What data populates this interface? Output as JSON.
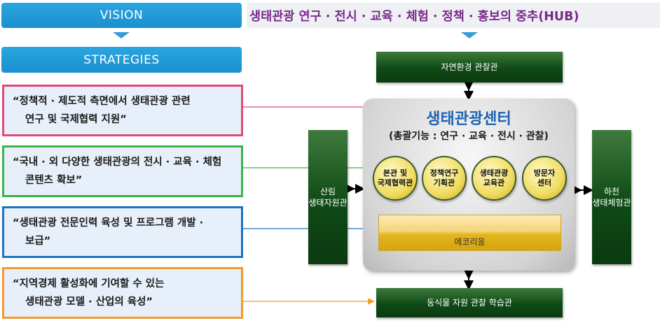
{
  "left": {
    "vision_label": "VISION",
    "strategies_label": "STRATEGIES",
    "strategies": [
      {
        "line1": "“정책적 · 제도적 측면에서 생태관광 관련",
        "line2": "연구 및 국제협력 지원”",
        "color": "#e0497a"
      },
      {
        "line1": "“국내 · 외 다양한 생태관광의 전시 · 교육 · 체험",
        "line2": "콘텐츠 확보”",
        "color": "#3bb34a"
      },
      {
        "line1": "“생태관광 전문인력 육성 및 프로그램 개발 ·",
        "line2": "보급”",
        "color": "#1e72c4"
      },
      {
        "line1": "“지역경제 활성화에 기여할 수 있는",
        "line2": "생태관광 모델 · 산업의 육성”",
        "color": "#f39a2d"
      }
    ]
  },
  "vision_statement": "생태관광 연구 · 전시 · 교육 · 체험 · 정책 · 홍보의 중추(HUB)",
  "diagram": {
    "top_box": "자연환경 관찰관",
    "bottom_box": "동식물 자원 관찰 학습관",
    "left_box": "산림\n생태자원관",
    "right_box": "하천\n생태체험관",
    "center_title": "생태관광센터",
    "center_subtitle": "(총괄기능 : 연구 · 교육 · 전시 · 관찰)",
    "units": [
      "본관 및\n국제협력관",
      "정책연구\n기획관",
      "생태관광\n교육관",
      "방문자\n센터"
    ],
    "eco_band": "에코리움"
  },
  "colors": {
    "vision_bar": "#1b8fd0",
    "vision_text": "#7a2a8a",
    "center_title": "#1e62b4",
    "green_box": "#0f4a16",
    "circle": "#f0dc62"
  }
}
